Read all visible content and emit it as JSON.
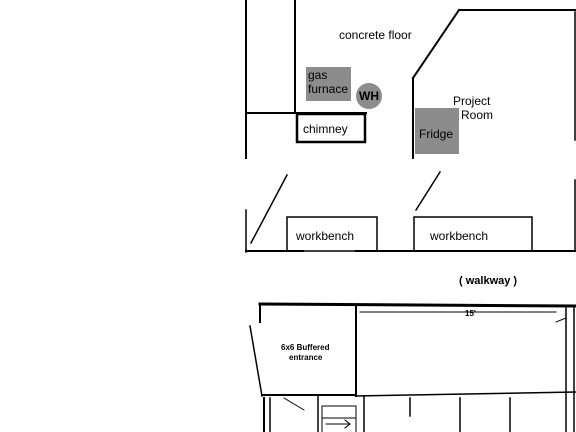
{
  "floorplan": {
    "labels": {
      "concrete_floor": "concrete  floor",
      "gas_furnace_line1": "gas",
      "gas_furnace_line2": "furnace",
      "water_heater": "WH",
      "project_room_line1": "Project",
      "project_room_line2": "Room",
      "fridge": "Fridge",
      "chimney": "chimney",
      "workbench_left": "workbench",
      "workbench_right": "workbench",
      "walkway": "( walkway )",
      "dimension": "15'",
      "entrance_line1": "6x6  Buffered",
      "entrance_line2": "entrance"
    },
    "colors": {
      "line": "#000000",
      "fixture_fill": "#8c8c8c",
      "background": "#ffffff"
    }
  }
}
